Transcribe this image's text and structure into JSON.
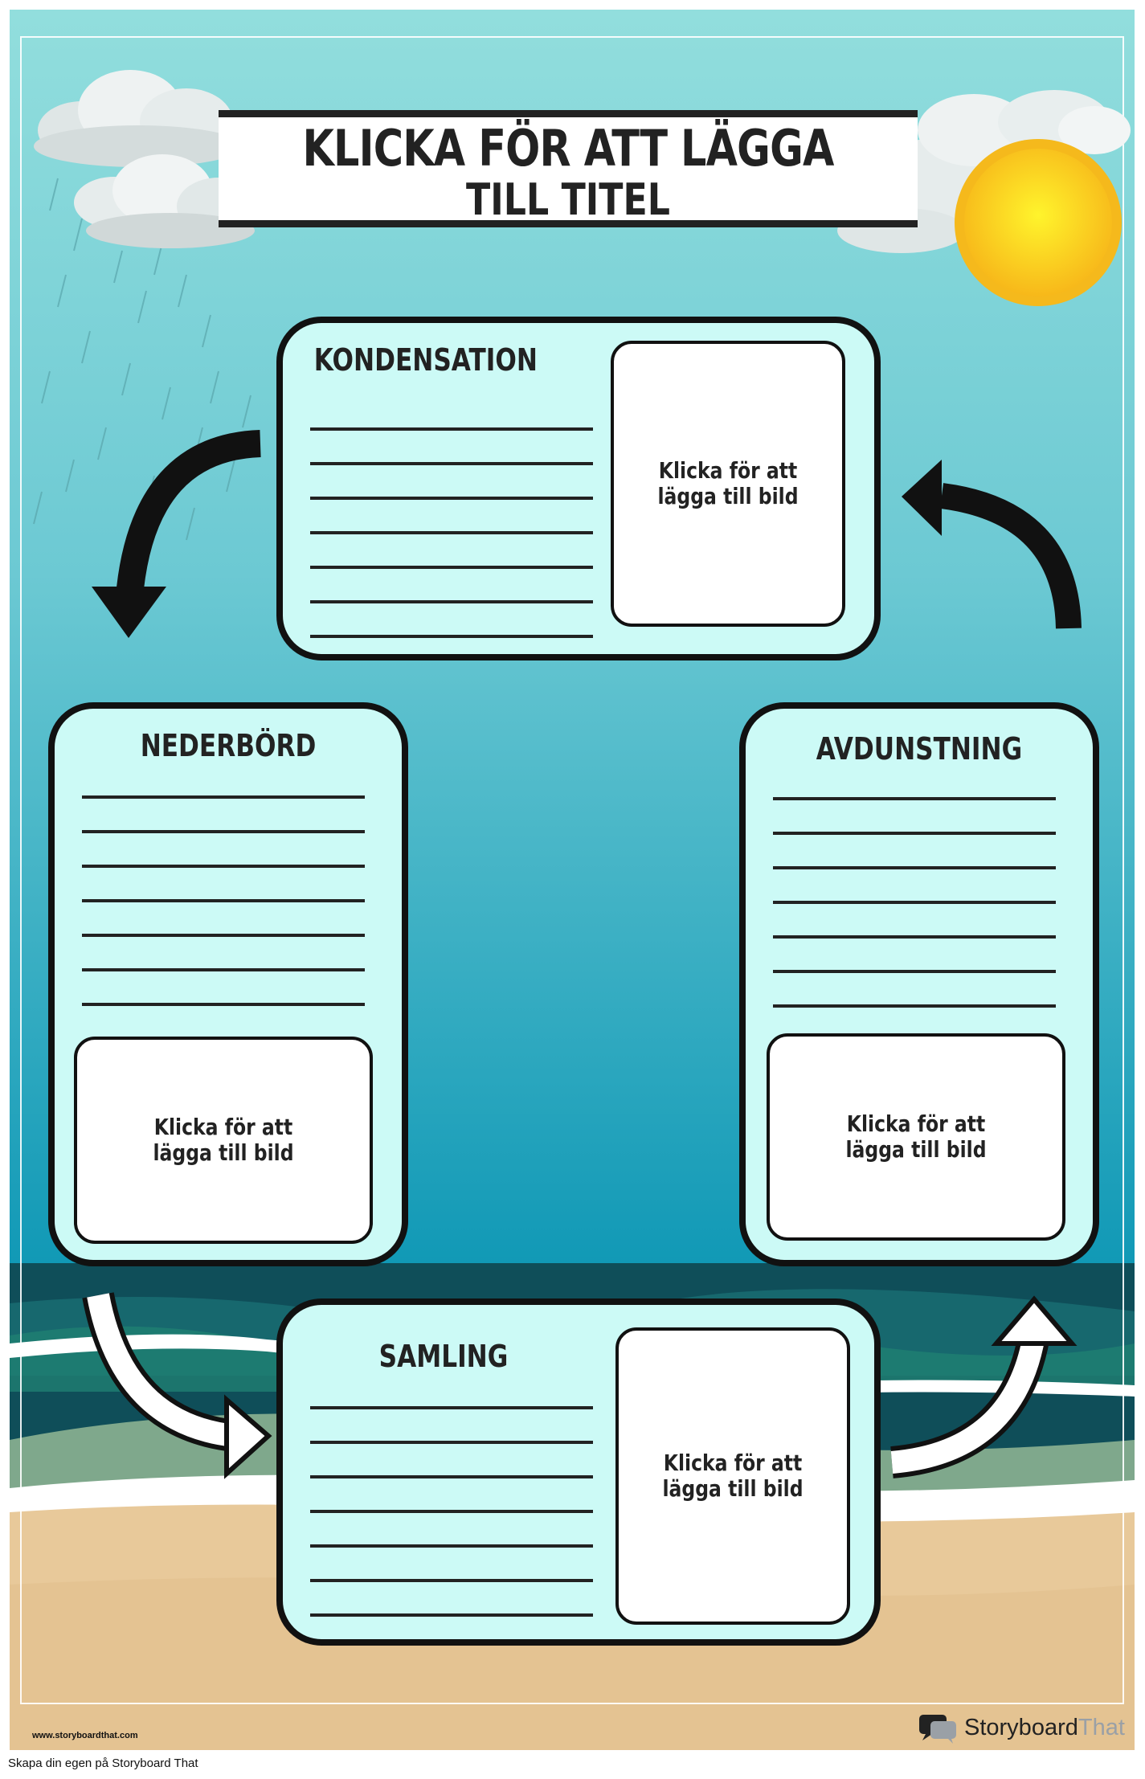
{
  "poster": {
    "title_line1": "KLICKA FÖR ATT LÄGGA",
    "title_line2": "TILL TITEL",
    "sections": {
      "kondensation": {
        "title": "KONDENSATION",
        "image_placeholder": "Klicka för att lägga till bild"
      },
      "nederbord": {
        "title": "NEDERBÖRD",
        "image_placeholder": "Klicka för att lägga till bild"
      },
      "avdunstning": {
        "title": "AVDUNSTNING",
        "image_placeholder": "Klicka för att lägga till bild"
      },
      "samling": {
        "title": "SAMLING",
        "image_placeholder": "Klicka för att lägga till bild"
      }
    }
  },
  "footer": {
    "url": "www.storyboardthat.com",
    "logo_part1": "Storyboard",
    "logo_part2": "That",
    "caption": "Skapa din egen på Storyboard That"
  },
  "colors": {
    "sky_top": "#8fdbdb",
    "sky_bottom": "#169ab8",
    "card_fill": "#ccfaf6",
    "sea": "#0f4f5a",
    "sand": "#e8c99a",
    "sun": "#f7d21b"
  },
  "icons": [
    "rain-cloud-icon",
    "sun-icon",
    "curved-arrow-icon",
    "storyboardthat-logo-icon"
  ]
}
